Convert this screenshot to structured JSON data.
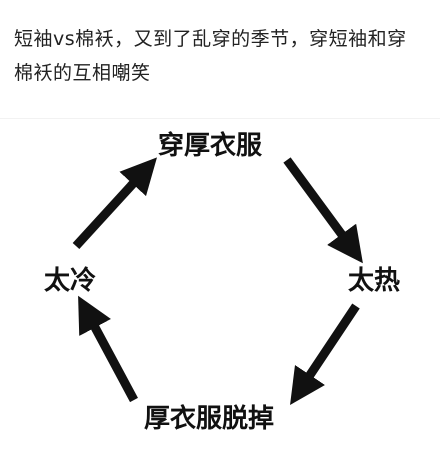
{
  "caption": "短袖vs棉袄，又到了乱穿的季节，穿短袖和穿棉袄的互相嘲笑",
  "cycle": {
    "top": "穿厚衣服",
    "right": "太热",
    "bottom": "厚衣服脱掉",
    "left": "太冷"
  },
  "colors": {
    "arrow": "#111111",
    "text": "#111111"
  }
}
